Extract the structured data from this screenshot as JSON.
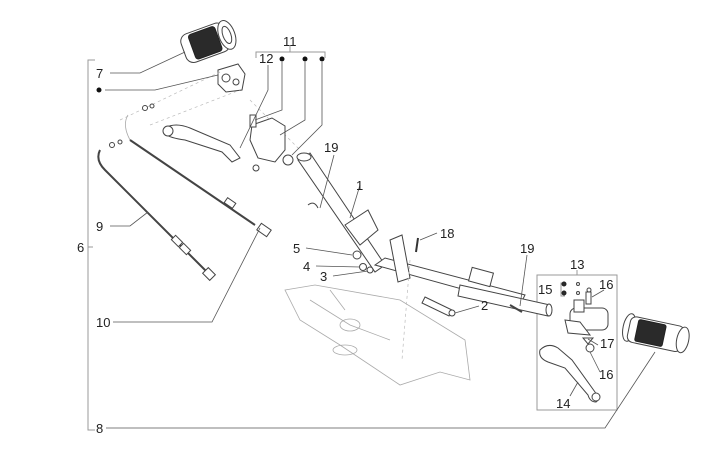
{
  "diagram": {
    "type": "exploded parts diagram",
    "subject": "handlebar assembly",
    "callouts": [
      {
        "id": "c1",
        "label": "1"
      },
      {
        "id": "c2",
        "label": "2"
      },
      {
        "id": "c3",
        "label": "3"
      },
      {
        "id": "c4",
        "label": "4"
      },
      {
        "id": "c5",
        "label": "5"
      },
      {
        "id": "c6",
        "label": "6"
      },
      {
        "id": "c7",
        "label": "7"
      },
      {
        "id": "c8",
        "label": "8"
      },
      {
        "id": "c9",
        "label": "9"
      },
      {
        "id": "c10",
        "label": "10"
      },
      {
        "id": "c11",
        "label": "11"
      },
      {
        "id": "c12",
        "label": "12"
      },
      {
        "id": "c13",
        "label": "13"
      },
      {
        "id": "c14",
        "label": "14"
      },
      {
        "id": "c15",
        "label": "15"
      },
      {
        "id": "c16a",
        "label": "16"
      },
      {
        "id": "c16b",
        "label": "16"
      },
      {
        "id": "c17",
        "label": "17"
      },
      {
        "id": "c18",
        "label": "18"
      },
      {
        "id": "c19a",
        "label": "19"
      },
      {
        "id": "c19b",
        "label": "19"
      }
    ]
  }
}
